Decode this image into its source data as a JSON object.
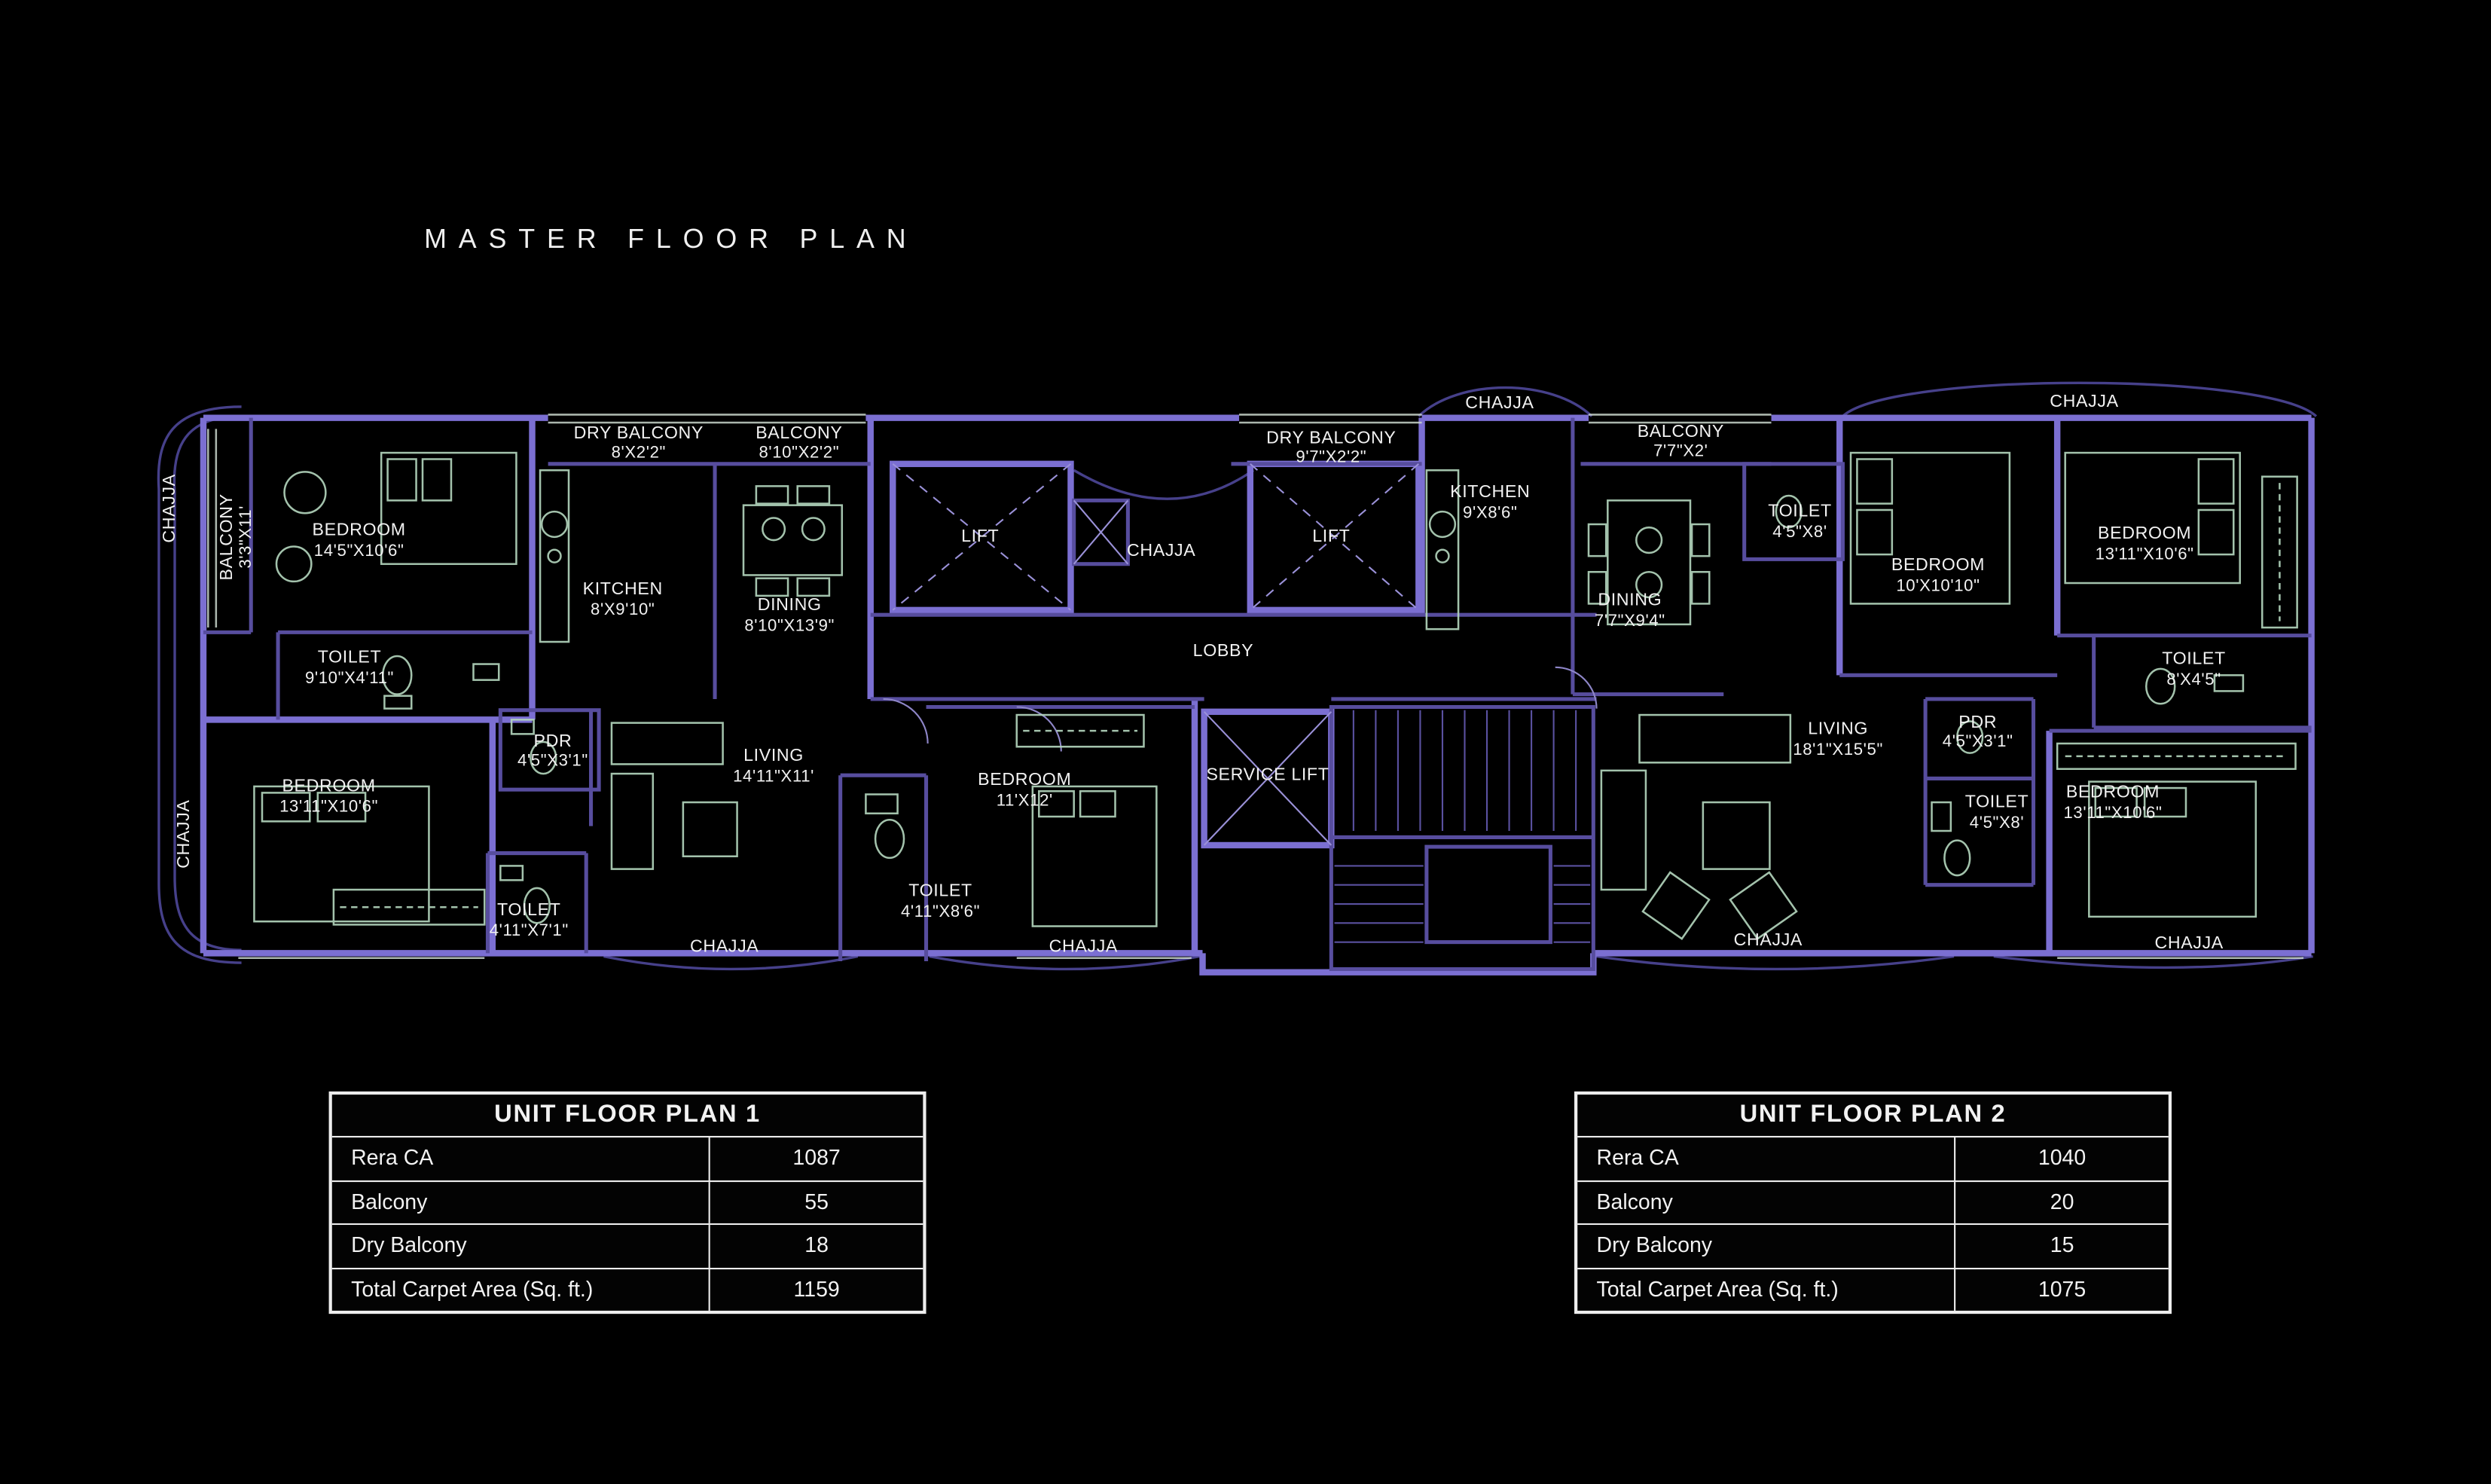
{
  "title": "MASTER FLOOR PLAN",
  "colors": {
    "background": "#000000",
    "wall": "#7b6fd2",
    "wall_dim": "#574d9e",
    "chajja_line": "#46408a",
    "furniture": "#b5d8bf",
    "window": "#c9d6cc",
    "text": "#f2f2f2",
    "table_border": "#ededed"
  },
  "plan": {
    "chajja_label": "CHAJJA",
    "lift_label": "LIFT",
    "service_lift_label": "SERVICE LIFT",
    "lobby_label": "LOBBY",
    "rooms": [
      {
        "id": "balcony-left",
        "name": "BALCONY",
        "dims": "3'3\"X11'"
      },
      {
        "id": "bedroom-1",
        "name": "BEDROOM",
        "dims": "14'5\"X10'6\""
      },
      {
        "id": "dry-balcony-1",
        "name": "DRY BALCONY",
        "dims": "8'X2'2\""
      },
      {
        "id": "kitchen-1",
        "name": "KITCHEN",
        "dims": "8'X9'10\""
      },
      {
        "id": "balcony-1",
        "name": "BALCONY",
        "dims": "8'10\"X2'2\""
      },
      {
        "id": "dining-1",
        "name": "DINING",
        "dims": "8'10\"X13'9\""
      },
      {
        "id": "toilet-1",
        "name": "TOILET",
        "dims": "9'10\"X4'11\""
      },
      {
        "id": "pdr-1",
        "name": "PDR",
        "dims": "4'5\"X3'1\""
      },
      {
        "id": "bedroom-2",
        "name": "BEDROOM",
        "dims": "13'11\"X10'6\""
      },
      {
        "id": "toilet-2",
        "name": "TOILET",
        "dims": "4'11\"X7'1\""
      },
      {
        "id": "living-1",
        "name": "LIVING",
        "dims": "14'11\"X11'"
      },
      {
        "id": "toilet-3",
        "name": "TOILET",
        "dims": "4'11\"X8'6\""
      },
      {
        "id": "bedroom-3",
        "name": "BEDROOM",
        "dims": "11'X12'"
      },
      {
        "id": "dry-balcony-2",
        "name": "DRY BALCONY",
        "dims": "9'7\"X2'2\""
      },
      {
        "id": "kitchen-2",
        "name": "KITCHEN",
        "dims": "9'X8'6\""
      },
      {
        "id": "balcony-2",
        "name": "BALCONY",
        "dims": "7'7\"X2'"
      },
      {
        "id": "toilet-4",
        "name": "TOILET",
        "dims": "4'5\"X8'"
      },
      {
        "id": "dining-2",
        "name": "DINING",
        "dims": "7'7\"X9'4\""
      },
      {
        "id": "bedroom-4",
        "name": "BEDROOM",
        "dims": "10'X10'10\""
      },
      {
        "id": "bedroom-5",
        "name": "BEDROOM",
        "dims": "13'11\"X10'6\""
      },
      {
        "id": "toilet-5",
        "name": "TOILET",
        "dims": "8'X4'5\""
      },
      {
        "id": "living-2",
        "name": "LIVING",
        "dims": "18'1\"X15'5\""
      },
      {
        "id": "pdr-2",
        "name": "PDR",
        "dims": "4'5\"X3'1\""
      },
      {
        "id": "toilet-6",
        "name": "TOILET",
        "dims": "4'5\"X8'"
      },
      {
        "id": "bedroom-6",
        "name": "BEDROOM",
        "dims": "13'11\"X10'6\""
      }
    ]
  },
  "tables": [
    {
      "title": "UNIT FLOOR PLAN 1",
      "rows": [
        {
          "label": "Rera CA",
          "value": "1087"
        },
        {
          "label": "Balcony",
          "value": "55"
        },
        {
          "label": "Dry Balcony",
          "value": "18"
        },
        {
          "label": "Total Carpet Area (Sq. ft.)",
          "value": "1159"
        }
      ]
    },
    {
      "title": "UNIT FLOOR PLAN 2",
      "rows": [
        {
          "label": "Rera CA",
          "value": "1040"
        },
        {
          "label": "Balcony",
          "value": "20"
        },
        {
          "label": "Dry Balcony",
          "value": "15"
        },
        {
          "label": "Total Carpet Area (Sq. ft.)",
          "value": "1075"
        }
      ]
    }
  ]
}
